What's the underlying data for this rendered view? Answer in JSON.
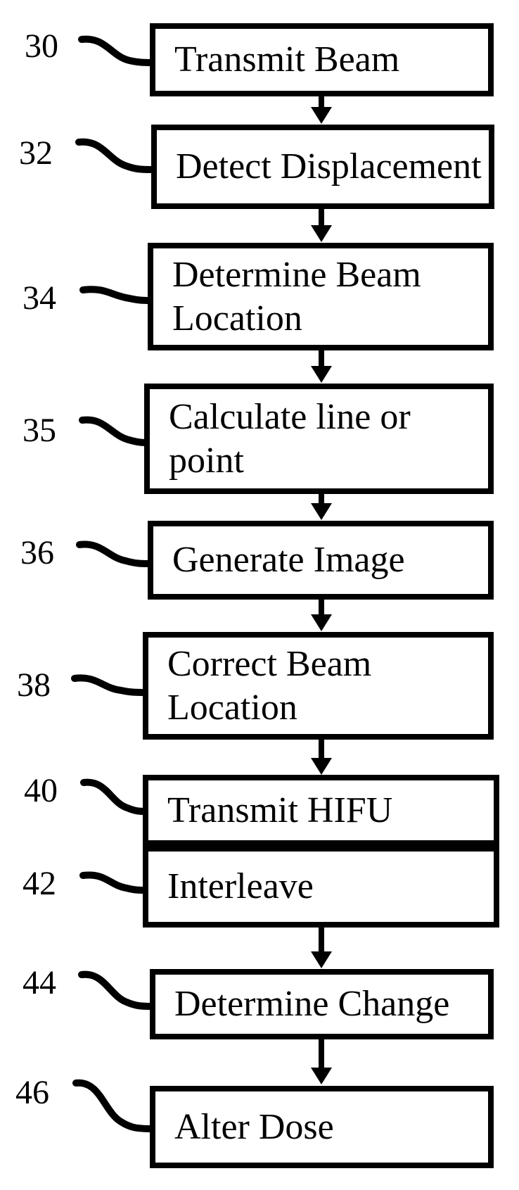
{
  "figure": {
    "type": "flowchart",
    "colors": {
      "line": "#000000",
      "background": "#ffffff",
      "box_fill": "#ffffff"
    },
    "steps": [
      {
        "ref": "30",
        "label": "Transmit Beam"
      },
      {
        "ref": "32",
        "label": "Detect Displacement"
      },
      {
        "ref": "34",
        "label": "Determine Beam\nLocation"
      },
      {
        "ref": "35",
        "label": "Calculate line or\npoint"
      },
      {
        "ref": "36",
        "label": "Generate Image"
      },
      {
        "ref": "38",
        "label": "Correct Beam\nLocation"
      },
      {
        "ref": "40",
        "label": "Transmit HIFU"
      },
      {
        "ref": "42",
        "label": "Interleave"
      },
      {
        "ref": "44",
        "label": "Determine Change"
      },
      {
        "ref": "46",
        "label": "Alter Dose"
      }
    ],
    "arrows_between": [
      [
        "30",
        "32"
      ],
      [
        "32",
        "34"
      ],
      [
        "34",
        "35"
      ],
      [
        "35",
        "36"
      ],
      [
        "36",
        "38"
      ],
      [
        "38",
        "40"
      ],
      [
        "42",
        "44"
      ],
      [
        "44",
        "46"
      ]
    ]
  }
}
